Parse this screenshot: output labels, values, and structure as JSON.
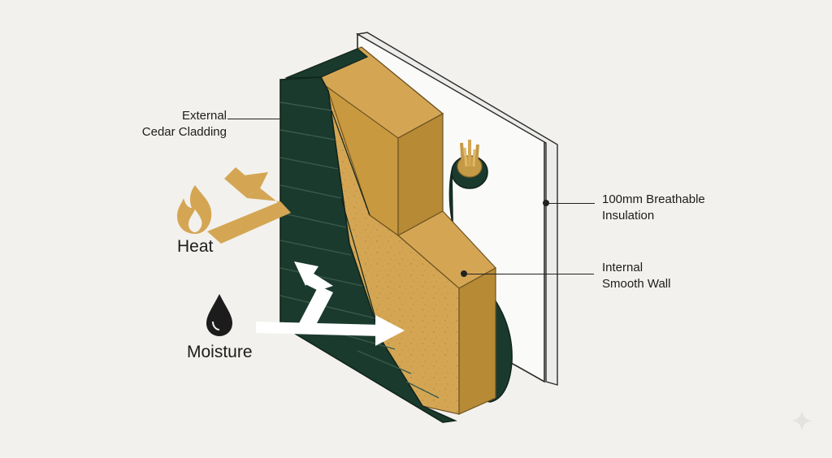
{
  "labels": {
    "external_cladding": [
      "External",
      "Cedar Cladding"
    ],
    "insulation": [
      "100mm Breathable",
      "Insulation"
    ],
    "internal_wall": [
      "Internal",
      "Smooth Wall"
    ],
    "heat": "Heat",
    "moisture": "Moisture"
  },
  "icons": {
    "heat": "flame-icon",
    "moisture": "water-drop-icon",
    "corner": "sparkle-icon"
  },
  "colors": {
    "background": "#f2f1ed",
    "cladding": "#1b3a2e",
    "insulation": "#d4a654",
    "wall_panel": "#fafaf8",
    "heat_arrow": "#d4a654",
    "moisture_arrow": "#ffffff",
    "text": "#1c1c1c"
  }
}
